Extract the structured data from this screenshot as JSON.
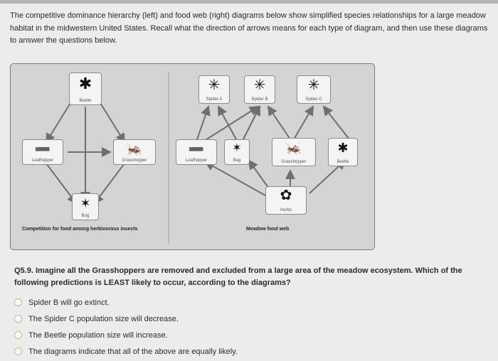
{
  "intro_text": "The competitive dominance hierarchy (left) and food web (right) diagrams below show simplified species relationships for a large meadow habitat in the midwestern United States. Recall what the direction of arrows means for each type of diagram, and then use these diagrams to answer the questions below.",
  "competition_diagram": {
    "caption": "Competition for food among herbivorous insects",
    "nodes": {
      "beetle": "Beetle",
      "leafhopper": "Leafhopper",
      "grasshopper": "Grasshopper",
      "bug": "Bug"
    }
  },
  "food_web": {
    "caption": "Meadow food web",
    "nodes": {
      "spider_a": "Spider A",
      "spider_b": "Spider B",
      "spider_c": "Spider C",
      "leafhopper": "Leafhopper",
      "bug": "Bug",
      "grasshopper": "Grasshopper",
      "beetle": "Beetle",
      "herbs": "Herbs"
    }
  },
  "question": {
    "text": "Q5.9. Imagine all the Grasshoppers are removed and excluded from a large area of the meadow ecosystem. Which of the following predictions is LEAST likely to occur, according to the diagrams?",
    "options": [
      "Spider B will go extinct.",
      "The Spider C population size will decrease.",
      "The Beetle population size will increase.",
      "The diagrams indicate that all of the above are equally likely."
    ]
  },
  "colors": {
    "background": "#ececec",
    "figure_bg": "#d4d4d4",
    "radio_border": "#9acd8c",
    "arrow": "#6f6f6f"
  },
  "icons": [
    "beetle-icon",
    "leafhopper-icon",
    "grasshopper-icon",
    "bug-icon",
    "spider-icon",
    "herbs-icon",
    "radio-button"
  ]
}
